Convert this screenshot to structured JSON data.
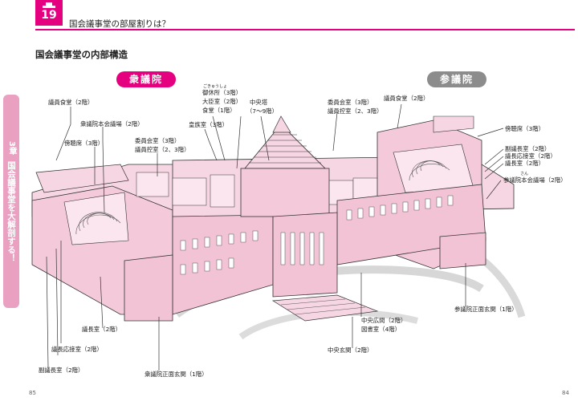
{
  "header": {
    "badge_number": "19",
    "title": "国会議事堂の部屋割りは？"
  },
  "section_title": "国会議事堂の内部構造",
  "side_tab": {
    "chapter": "3章",
    "title": "国会議事堂を大解剖する！"
  },
  "houses": {
    "lower": "衆議院",
    "upper": "参議院"
  },
  "labels": {
    "l_shokudo": "議員食堂（2階）",
    "l_honkaigijo": "衆議院本会議場（2階）",
    "l_bochoseki": "傍聴席（3階）",
    "l_iinkai": "委員会室（3階）",
    "l_hikae": "議員控室（2、3階）",
    "l_kozoku": "皇族室（3階）",
    "gokyusho": "御休所（3階）",
    "gokyusho_ruby": "ごきゅうしょ",
    "daijin": "大臣室（2階）",
    "shokudo_c": "食堂（1階）",
    "chuoto": "中央塔",
    "chuoto_floor": "（7〜9階）",
    "r_iinkai": "委員会室（3階）",
    "r_hikae": "議員控室（2、3階）",
    "r_shokudo": "議員食堂（2階）",
    "r_bochoseki": "傍聴席（3階）",
    "r_fukugicho": "副議長室（2階）",
    "r_ocho": "議長応接室（2階）",
    "r_gicho": "議長室（2階）",
    "r_honkaigijo": "参議院本会議場（2階）",
    "r_honkaigijo_ruby": "さん",
    "l_gicho": "議長室（2階）",
    "l_ocho": "議長応接室（2階）",
    "l_fukugicho": "副議長室（2階）",
    "l_genkan": "衆議院正面玄関（1階）",
    "c_hiroma": "中央広間（2階）",
    "c_toshoshitsu": "図書室（4階）",
    "c_genkan": "中央玄関（2階）",
    "r_genkan": "参議院正面玄関（1階）"
  },
  "footer": {
    "page_left": "85",
    "page_right": "84"
  },
  "colors": {
    "accent": "#e4007f",
    "tab": "#e9a0c1",
    "building": "#f7d6e3",
    "building_dark": "#eab8cd",
    "gray_pill": "#8c8c8c"
  }
}
